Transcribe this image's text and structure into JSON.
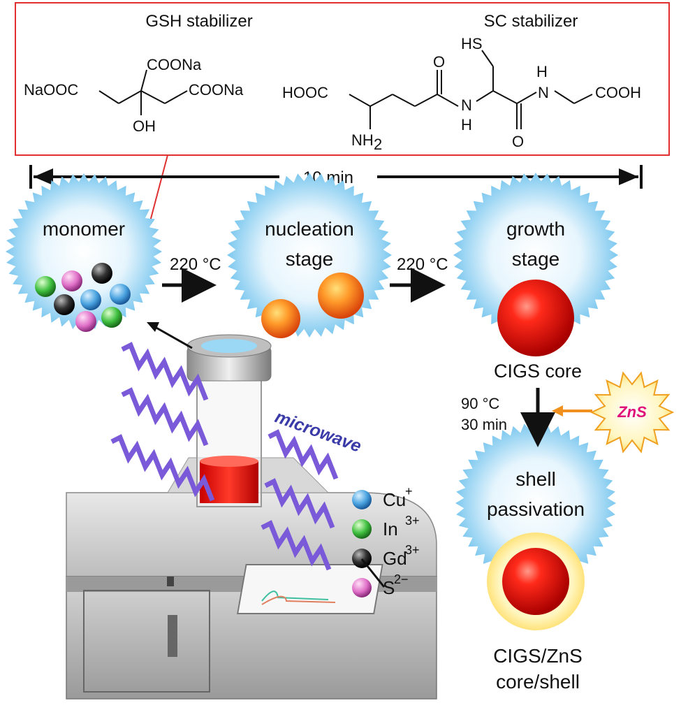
{
  "stabilizers": {
    "left_title": "GSH stabilizer",
    "right_title": "SC stabilizer",
    "left_labels": {
      "coona_top": "COONa",
      "naooc": "NaOOC",
      "coona_right": "COONa",
      "oh": "OH"
    },
    "right_labels": {
      "hs": "HS",
      "o1": "O",
      "h_top": "H",
      "hooc": "HOOC",
      "nh": "N",
      "h_nh": "H",
      "n_right": "N",
      "cooh": "COOH",
      "nh2": "NH",
      "nh2_sub": "2",
      "o2": "O"
    }
  },
  "timeline": {
    "label": "10 min"
  },
  "stages": {
    "monomer": "monomer",
    "nucleation_line1": "nucleation",
    "nucleation_line2": "stage",
    "growth_line1": "growth",
    "growth_line2": "stage",
    "shell_line1": "shell",
    "shell_line2": "passivation"
  },
  "arrows": {
    "temp1": "220 °C",
    "temp2": "220 °C",
    "shell_temp": "90 °C",
    "shell_time": "30 min"
  },
  "labels": {
    "cigs_core": "CIGS core",
    "zns": "ZnS",
    "core_shell_line1": "CIGS/ZnS",
    "core_shell_line2": "core/shell",
    "microwave": "microwave"
  },
  "legend": [
    {
      "ion": "Cu",
      "charge": "+",
      "color": "#4aa3e0"
    },
    {
      "ion": "In",
      "charge": "3+",
      "color": "#3fbf3f"
    },
    {
      "ion": "Gd",
      "charge": "3+",
      "color": "#222222"
    },
    {
      "ion": "S",
      "charge": "2−",
      "color": "#e070c8"
    }
  ],
  "colors": {
    "box_border": "#e03030",
    "burst": "#9fd8f5",
    "core_red": "#e41212",
    "nucleus_orange": "#f07a1e",
    "wave_purple": "#7a5ad8",
    "zns_arrow": "#f0901e",
    "zns_star": "#ffcc33"
  }
}
